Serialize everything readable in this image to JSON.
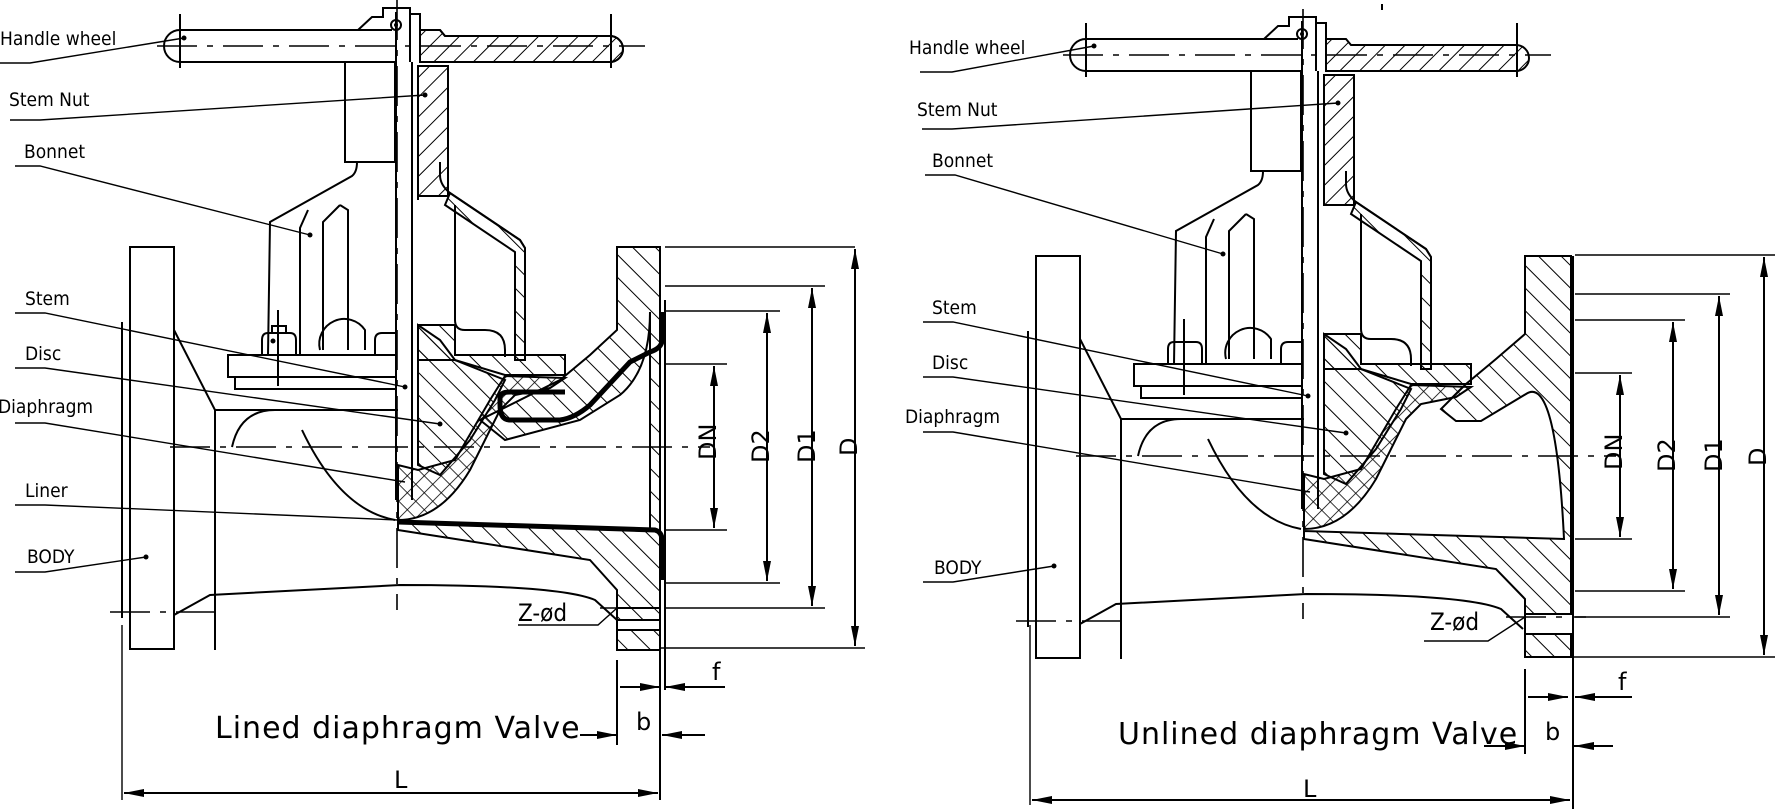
{
  "drawings": [
    {
      "id": "lined",
      "caption": "Lined diaphragm Valve",
      "labels": {
        "handle_wheel": "Handle wheel",
        "stem_nut": "Stem Nut",
        "bonnet": "Bonnet",
        "stem": "Stem",
        "disc": "Disc",
        "diaphragm": "Diaphragm",
        "liner": "Liner",
        "body": "BODY"
      },
      "dimensions": {
        "bolt_holes": "Z-ød",
        "DN": "DN",
        "D2": "D2",
        "D1": "D1",
        "D": "D",
        "f": "f",
        "b": "b",
        "L": "L"
      }
    },
    {
      "id": "unlined",
      "caption": "Unlined diaphragm Valve",
      "labels": {
        "handle_wheel": "Handle wheel",
        "stem_nut": "Stem Nut",
        "bonnet": "Bonnet",
        "stem": "Stem",
        "disc": "Disc",
        "diaphragm": "Diaphragm",
        "body": "BODY"
      },
      "dimensions": {
        "bolt_holes": "Z-ød",
        "DN": "DN",
        "D2": "D2",
        "D1": "D1",
        "D": "D",
        "f": "f",
        "b": "b",
        "L": "L"
      }
    }
  ]
}
